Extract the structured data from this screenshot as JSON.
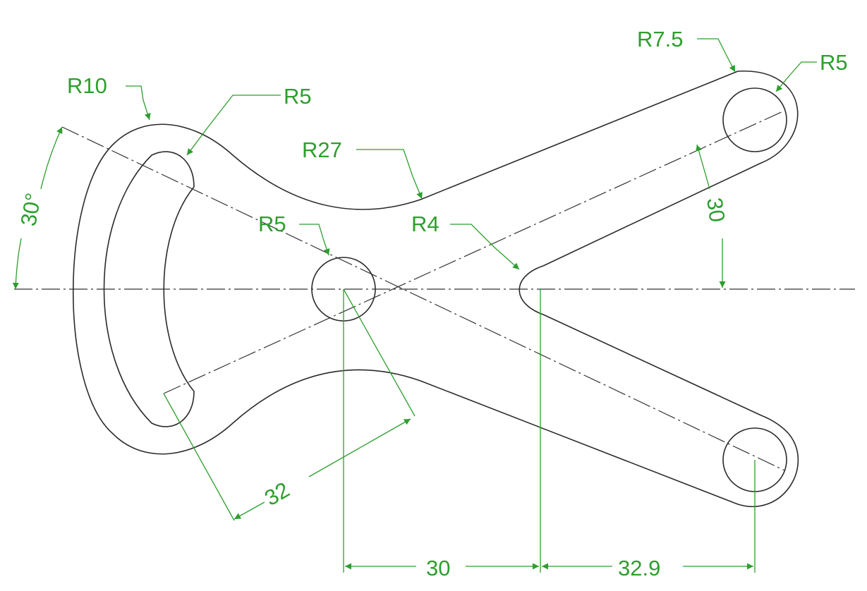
{
  "colors": {
    "object": "#2b2b2b",
    "dimension": "#2e9e2e",
    "background": "#ffffff"
  },
  "labels": {
    "r10": "R10",
    "r5_left_slot": "R5",
    "r27": "R27",
    "r5_center": "R5",
    "r4": "R4",
    "r7_5": "R7.5",
    "r5_right": "R5",
    "angle": "30°",
    "dim_32": "32",
    "dim_30_horizontal": "30",
    "dim_30_vertical": "30",
    "dim_32_9": "32.9"
  }
}
